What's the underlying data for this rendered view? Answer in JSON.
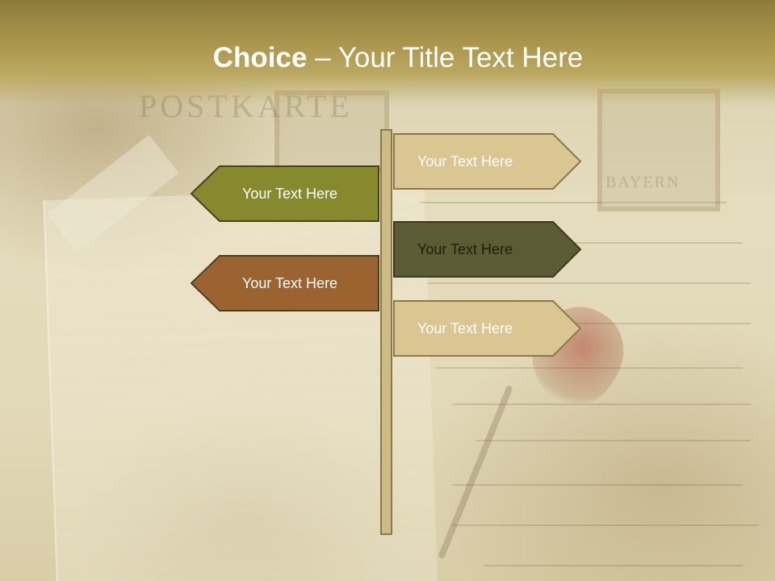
{
  "slide": {
    "title_bold": "Choice",
    "title_rest": " – Your Title Text Here"
  },
  "background": {
    "postkarte": "POSTKARTE",
    "bayern": "BAYERN"
  },
  "signs": {
    "left": [
      {
        "label": "Your Text Here",
        "fill": "#868a2c",
        "text_color": "#ffffff"
      },
      {
        "label": "Your Text Here",
        "fill": "#9a6330",
        "text_color": "#ffffff"
      }
    ],
    "right": [
      {
        "label": "Your Text Here",
        "fill": "#d9c690",
        "text_color": "#ffffff"
      },
      {
        "label": "Your Text Here",
        "fill": "#5b5b34",
        "text_color": "#1e1e10"
      },
      {
        "label": "Your Text Here",
        "fill": "#d9c690",
        "text_color": "#ffffff"
      }
    ]
  },
  "colors": {
    "header": "#a69148",
    "post": "#cdbb85",
    "outline": "#4a4020"
  }
}
